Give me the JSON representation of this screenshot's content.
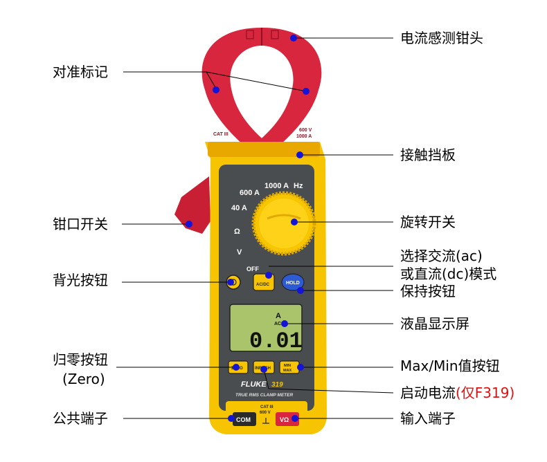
{
  "labels": {
    "clamp_jaw": "电流感测钳头",
    "alignment_mark": "对准标记",
    "tactile_barrier": "接触挡板",
    "jaw_trigger": "钳口开关",
    "rotary_switch": "旋转开关",
    "ac_dc_line1": "选择交流(ac)",
    "ac_dc_line2": "或直流(dc)模式",
    "backlight_button": "背光按钮",
    "hold_button": "保持按钮",
    "lcd_display": "液晶显示屏",
    "zero_button_line1": "归零按钮",
    "zero_button_line2": "(Zero)",
    "minmax_button": "Max/Min值按钮",
    "inrush_main": "启动电流",
    "inrush_note": "(仅F319)",
    "com_terminal": "公共端子",
    "input_terminal": "输入端子"
  },
  "device": {
    "dial_1000a": "1000 A",
    "dial_600a": "600 A",
    "dial_40a": "40 A",
    "dial_hz": "Hz",
    "dial_ohm": "Ω",
    "dial_v": "V",
    "dial_off": "OFF",
    "btn_acdc": "AC/DC",
    "btn_hold": "HOLD",
    "btn_zero": "ZERO",
    "btn_inrush": "INRUSH",
    "btn_minmax_1": "MIN",
    "btn_minmax_2": "MAX",
    "lcd_reading": "0.01",
    "lcd_unit": "A",
    "lcd_mode": "AC",
    "brand": "FLUKE",
    "model": "319",
    "subtitle": "TRUE RMS CLAMP METER",
    "cat_line1": "CAT III",
    "cat_line2": "600 V",
    "jaw_cat": "CAT III",
    "jaw_rating_1": "600 V",
    "jaw_rating_2": "1000 A",
    "com_label": "COM",
    "input_label": "VΩ"
  },
  "colors": {
    "jaw_red": "#d7263d",
    "body_yellow": "#f6c400",
    "panel_gray": "#4a4d4f",
    "knob_yellow": "#f7c600",
    "lcd_green": "#a9c46a",
    "marker_blue": "#1414d8"
  }
}
